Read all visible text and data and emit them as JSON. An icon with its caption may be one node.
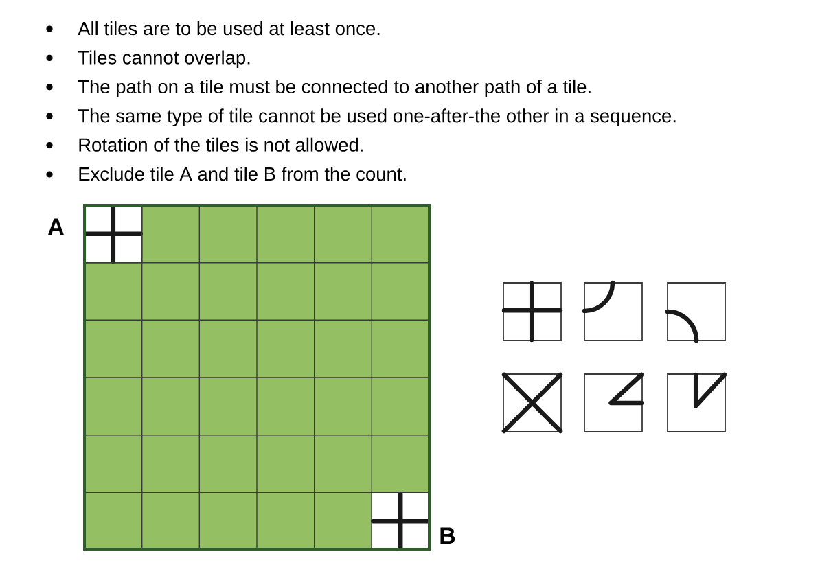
{
  "diagram": {
    "labels": [
      "All tiles are to be used at least once.",
      "Tiles cannot overlap.",
      "The path on a tile must be connected to another path of a tile.",
      "The same type of tile cannot be used one-after-the other in a sequence.",
      "Rotation of the tiles is not allowed.",
      "Exclude tile A and tile B from the count.",
      "A",
      "B"
    ]
  }
}
